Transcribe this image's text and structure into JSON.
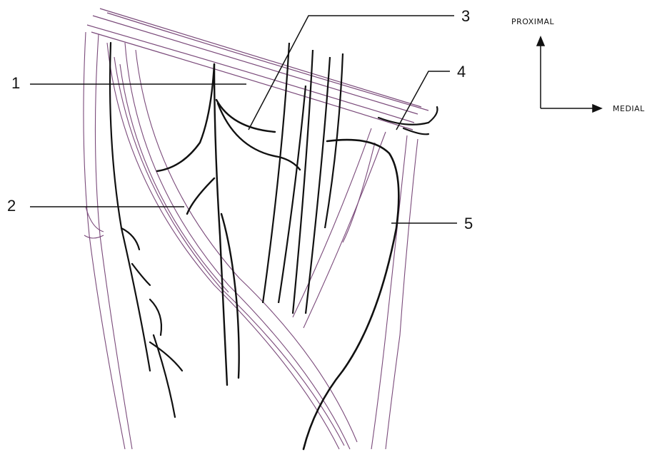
{
  "labels": {
    "l1": "1",
    "l2": "2",
    "l3": "3",
    "l4": "4",
    "l5": "5"
  },
  "orientation": {
    "vertical": "PROXIMAL",
    "horizontal": "MEDIAL"
  },
  "colors": {
    "ink": "#111111",
    "muscle_line": "#7a4a7a",
    "background": "#ffffff"
  }
}
